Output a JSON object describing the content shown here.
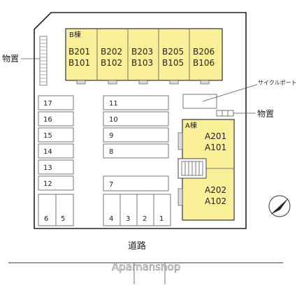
{
  "labels": {
    "storage_left": "物置",
    "storage_right": "物置",
    "cycle_port": "サイクルポート",
    "road": "道路",
    "watermark": "Apamanshop"
  },
  "building_b": {
    "name": "B棟",
    "units": [
      {
        "upper": "B201",
        "lower": "B101"
      },
      {
        "upper": "B202",
        "lower": "B102"
      },
      {
        "upper": "B203",
        "lower": "B103"
      },
      {
        "upper": "B205",
        "lower": "B105"
      },
      {
        "upper": "B206",
        "lower": "B106"
      }
    ]
  },
  "building_a": {
    "name": "A棟",
    "units": [
      {
        "upper": "A201",
        "lower": "A101"
      },
      {
        "upper": "A202",
        "lower": "A102"
      }
    ]
  },
  "parking": {
    "left_column": [
      "17",
      "16",
      "15",
      "14",
      "13",
      "12"
    ],
    "center_column": [
      "11",
      "10",
      "9",
      "8"
    ],
    "center_single": "7",
    "bottom_left": [
      "6",
      "5"
    ],
    "bottom_center": [
      "4",
      "3",
      "2",
      "1"
    ]
  },
  "icons": {
    "north": "north-arrow-icon",
    "stairs": "stairs-icon"
  },
  "colors": {
    "building": "#fbf09a",
    "line": "#333333"
  }
}
